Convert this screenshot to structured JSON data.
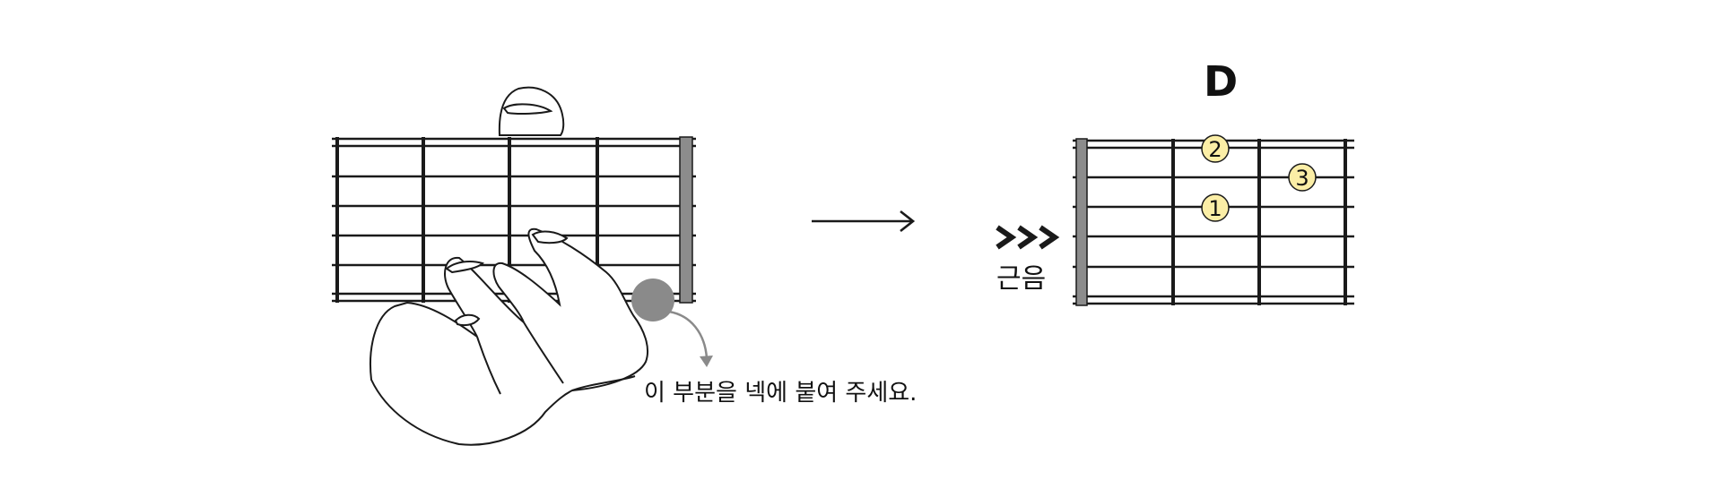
{
  "diagram": {
    "instruction": "이 부분을 넥에 붙여 주세요.",
    "chord_name": "D",
    "root_label": "근음",
    "finger_markers": [
      {
        "finger": "1"
      },
      {
        "finger": "2"
      },
      {
        "finger": "3"
      }
    ],
    "colors": {
      "line": "#1a1a1a",
      "nut": "#8c8c8c",
      "marker_fill": "#fbeea6",
      "thumb_spot": "#8a8a8a",
      "hand_fill": "#ffffff"
    }
  }
}
